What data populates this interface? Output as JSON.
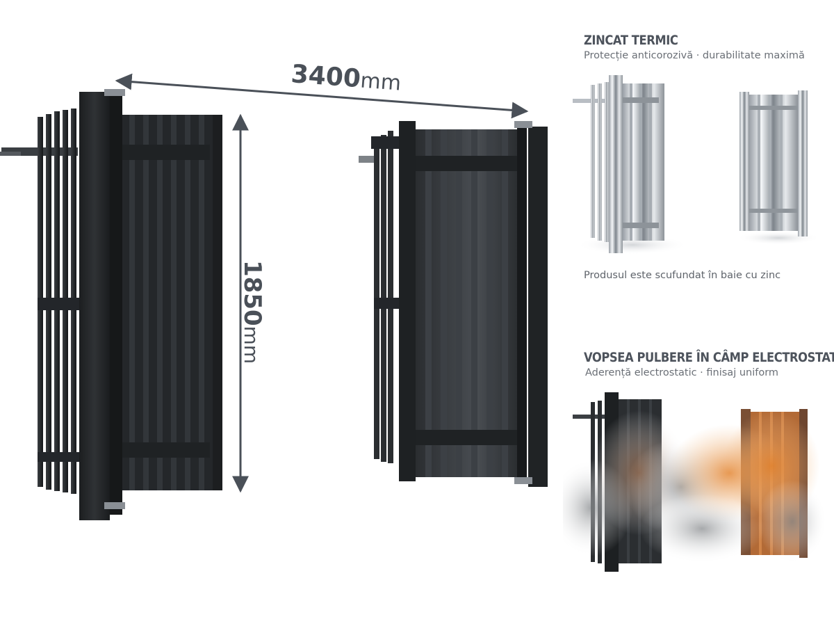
{
  "dimensions": {
    "width_value": "3400",
    "width_unit": "mm",
    "height_value": "1850",
    "height_unit": "mm"
  },
  "zinc": {
    "title": "ZINCAT TERMIC",
    "subtitle": "Protecție anticorozivă · durabilitate maximă",
    "note": "Produsul este scufundat în baie cu zinc"
  },
  "powder": {
    "title": "VOPSEA PULBERE ÎN CÂMP ELECTROSTATIC",
    "subtitle": "Aderență electrostatic · finisaj uniform"
  },
  "colors": {
    "gate_dark": "#2b2e31",
    "gate_black": "#1b1d1f",
    "label_gray": "#4a5058",
    "zinc_silver": "#cfd3d8",
    "powder_orange": "#d8782e"
  }
}
